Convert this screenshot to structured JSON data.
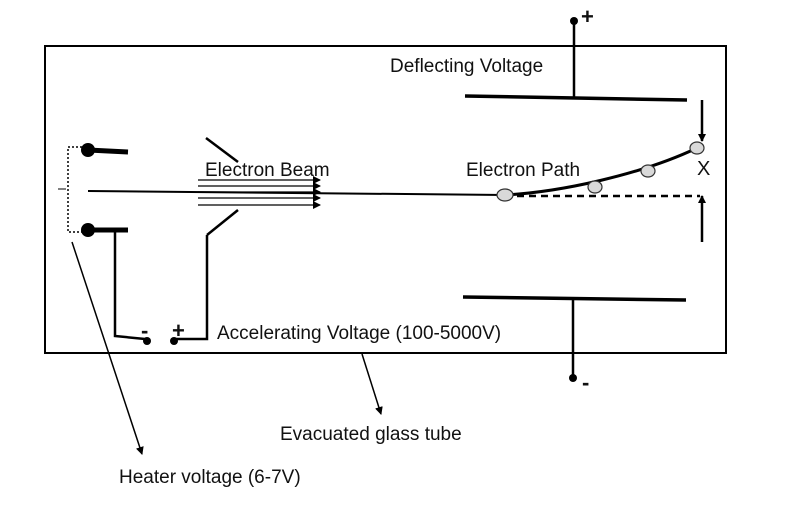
{
  "labels": {
    "deflecting_voltage": "Deflecting Voltage",
    "electron_beam": "Electron Beam",
    "electron_path": "Electron Path",
    "accelerating_voltage": "Accelerating Voltage (100-5000V)",
    "evacuated_tube": "Evacuated glass tube",
    "heater_voltage": "Heater voltage (6-7V)",
    "deflection_marker": "X"
  },
  "signs": {
    "top_plate": "+",
    "bottom_plate": "-",
    "accel_negative": "-",
    "accel_positive": "+"
  },
  "colors": {
    "line": "#000000",
    "electron_fill": "#d9d9d9",
    "background": "#ffffff"
  }
}
